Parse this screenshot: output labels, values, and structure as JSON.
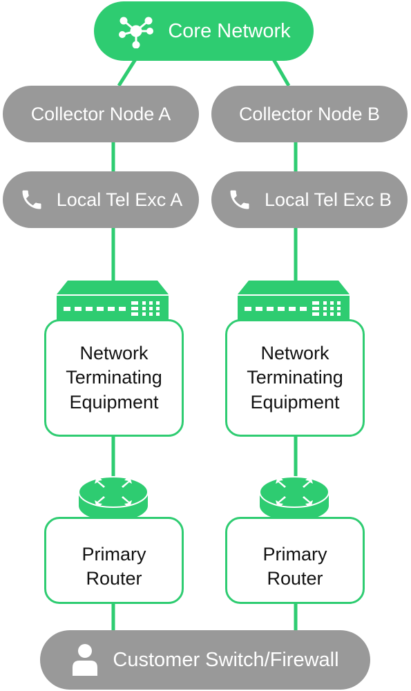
{
  "core": {
    "label": "Core Network",
    "icon": "network-hub-icon"
  },
  "collectors": [
    {
      "label": "Collector Node A"
    },
    {
      "label": "Collector Node B"
    }
  ],
  "exchanges": [
    {
      "label": "Local Tel Exc A",
      "icon": "phone-icon"
    },
    {
      "label": "Local Tel Exc B",
      "icon": "phone-icon"
    }
  ],
  "ntes": [
    {
      "label": "Network\nTerminating\nEquipment",
      "icon": "network-terminating-device-icon"
    },
    {
      "label": "Network\nTerminating\nEquipment",
      "icon": "network-terminating-device-icon"
    }
  ],
  "routers": [
    {
      "label": "Primary\nRouter",
      "icon": "router-icon"
    },
    {
      "label": "Primary\nRouter",
      "icon": "router-icon"
    }
  ],
  "customer": {
    "label": "Customer Switch/Firewall",
    "icon": "user-icon"
  },
  "colors": {
    "accent": "#2ecc71",
    "neutral": "#999999",
    "text_dark": "#111111",
    "text_light": "#ffffff"
  }
}
